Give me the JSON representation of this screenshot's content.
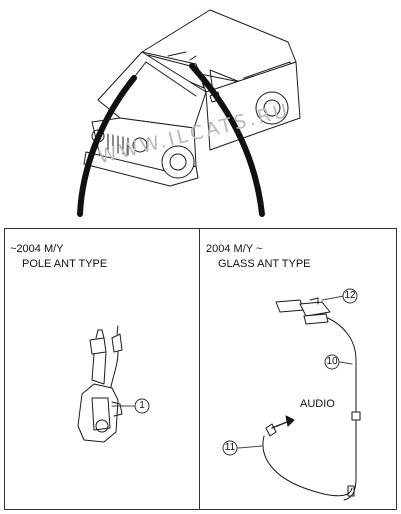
{
  "watermark": "WWW.ILCATS.RU",
  "left_panel": {
    "year_label": "~2004 M/Y",
    "type_label": "POLE ANT TYPE",
    "parts": [
      {
        "number": "1"
      }
    ]
  },
  "right_panel": {
    "year_label": "2004 M/Y ~",
    "type_label": "GLASS ANT TYPE",
    "audio_label": "AUDIO",
    "parts": [
      {
        "number": "12"
      },
      {
        "number": "10"
      },
      {
        "number": "11"
      }
    ]
  }
}
